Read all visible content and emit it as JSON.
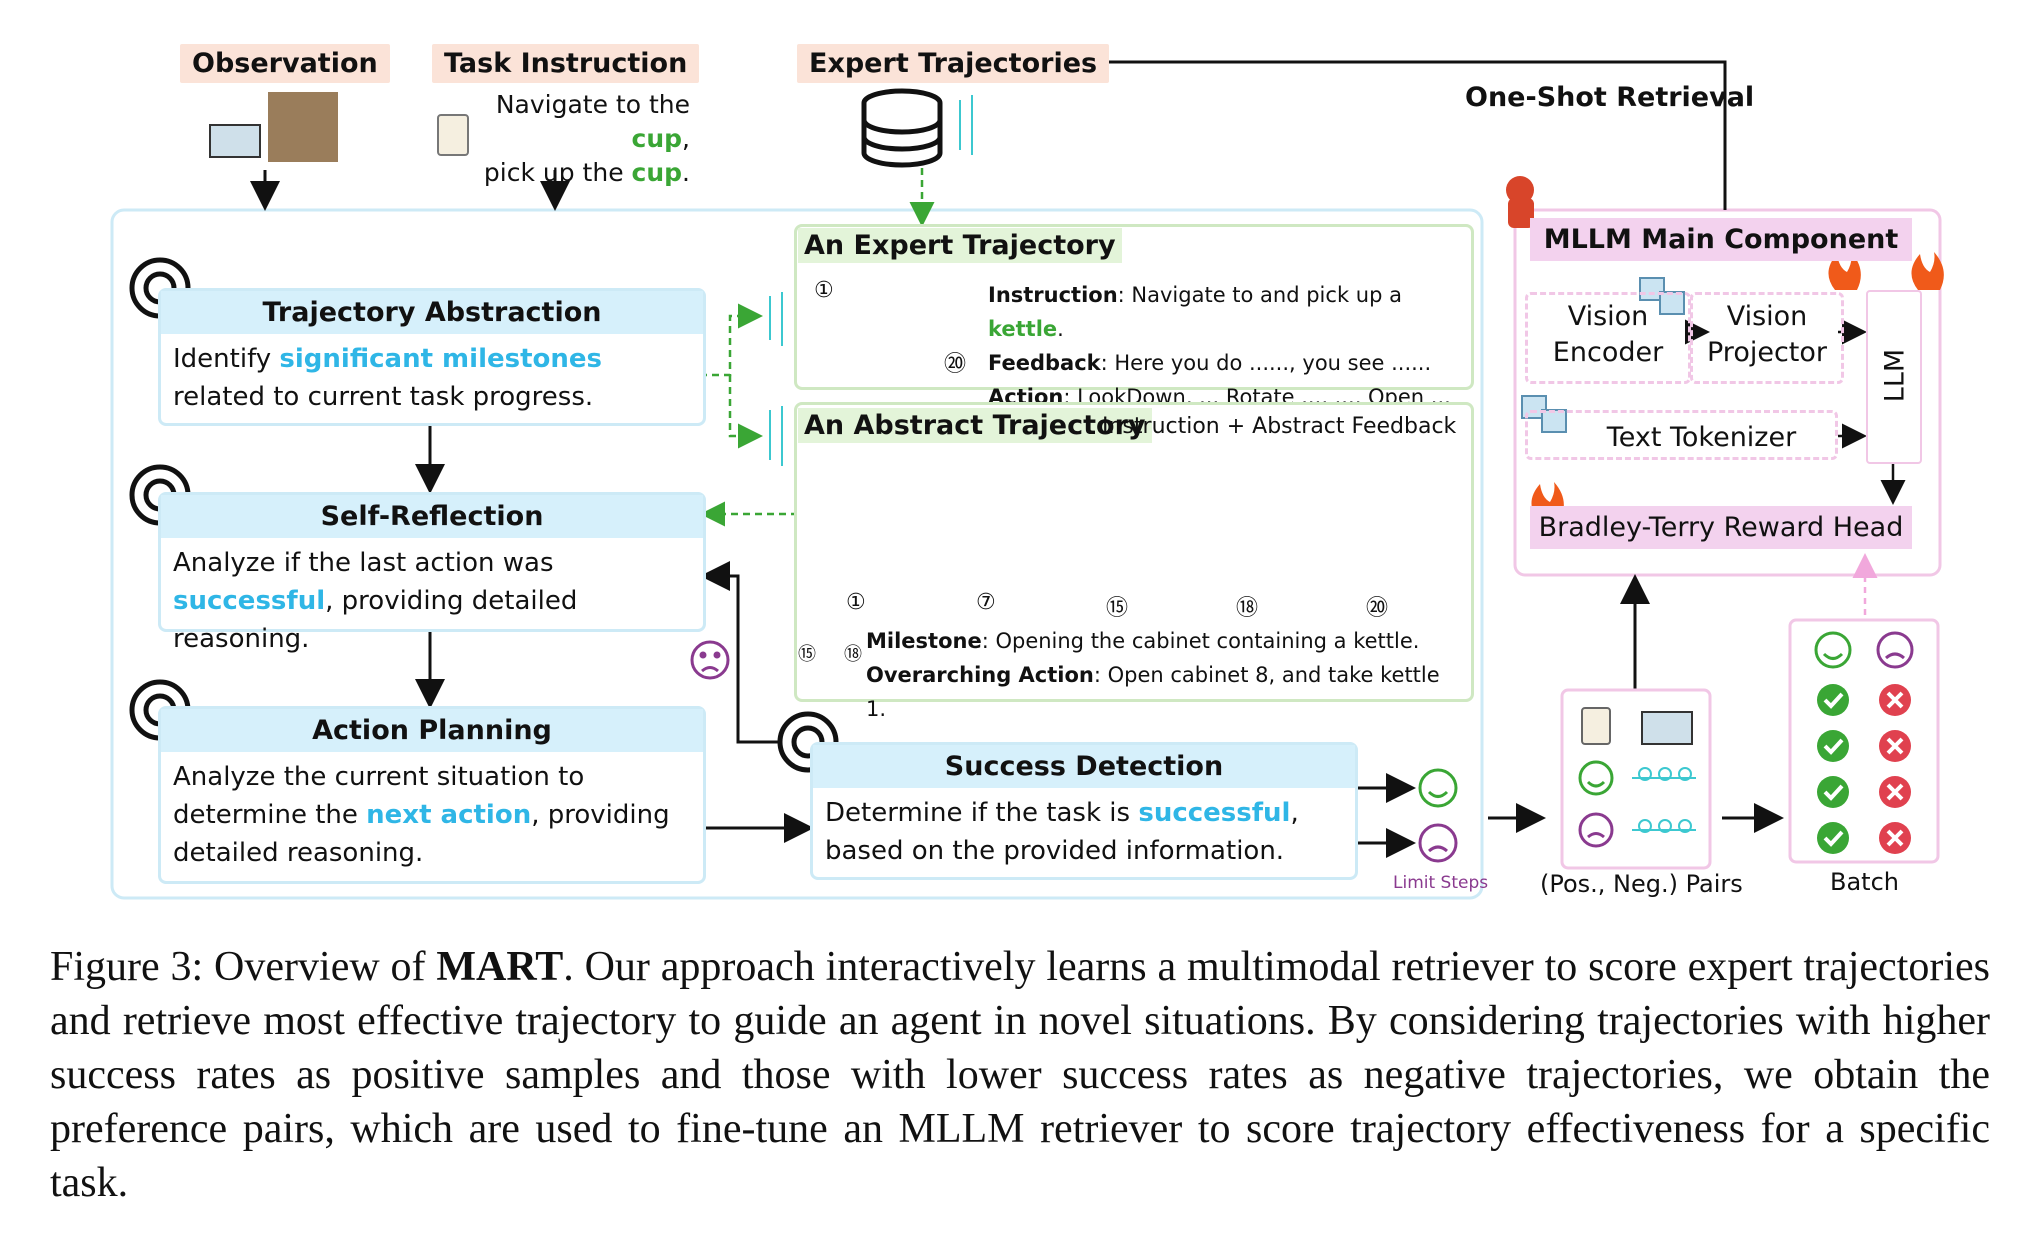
{
  "labels": {
    "observation": "Observation",
    "task_instruction": "Task Instruction",
    "expert_trajectories": "Expert Trajectories",
    "one_shot_retrieval": "One-Shot Retrieval"
  },
  "task_text": {
    "line1_pre": "Navigate to the ",
    "line1_hl": "cup",
    "line1_post": ",",
    "line2_pre": "pick up the ",
    "line2_hl": "cup",
    "line2_post": "."
  },
  "trajectory_abstraction": {
    "title": "Trajectory Abstraction",
    "pre": "Identify ",
    "hl": "significant milestones",
    "post": " related to current task progress."
  },
  "self_reflection": {
    "title": "Self-Reflection",
    "pre": "Analyze if the last action was ",
    "hl": "successful",
    "post": ", providing detailed reasoning."
  },
  "action_planning": {
    "title": "Action Planning",
    "pre": "Analyze the current situation to determine the ",
    "hl": "next action",
    "post": ", providing detailed reasoning."
  },
  "success_detection": {
    "title": "Success Detection",
    "pre": "Determine if the task is ",
    "hl": "successful",
    "post": ", based on the provided information."
  },
  "expert_trajectory": {
    "title": "An Expert Trajectory",
    "instruction_label": "Instruction",
    "instruction_pre": ": Navigate to and pick up a ",
    "instruction_hl": "kettle",
    "instruction_post": ".",
    "feedback_label": "Feedback",
    "feedback_text": ": Here you do ......, you see ......",
    "action_label": "Action",
    "action_text": ": LookDown, ... Rotate ..., ..., Open ...",
    "step_start": "①",
    "step_end": "⑳"
  },
  "abstract_trajectory": {
    "title": "An Abstract Trajectory",
    "subtitle": "Instruction + Abstract Feedback",
    "steps": [
      "①",
      "⑦",
      "⑮",
      "⑱",
      "⑳"
    ],
    "milestone_label": "Milestone",
    "milestone_text": ": Opening the cabinet containing a kettle.",
    "overarching_label": "Overarching Action",
    "overarching_text": ": Open cabinet 8, and take kettle 1.",
    "mini_from": "⑮",
    "mini_to": "⑱"
  },
  "mllm": {
    "title": "MLLM Main Component",
    "vision_encoder": "Vision Encoder",
    "vision_projector": "Vision Projector",
    "llm": "LLM",
    "text_tokenizer": "Text Tokenizer",
    "reward_head": "Bradley-Terry Reward Head"
  },
  "limit_steps": "Limit Steps",
  "pairs_label": "(Pos., Neg.) Pairs",
  "batch_label": "Batch",
  "caption": {
    "prefix": "Figure 3:  Overview of ",
    "name": "MART",
    "text": ". Our approach interactively learns a multimodal retriever to score expert trajectories and retrieve most effective trajectory to guide an agent in novel situations.  By considering trajectories with higher success rates as positive samples and those with lower success rates as negative trajectories, we obtain the preference pairs, which are used to fine-tune an MLLM retriever to score trajectory effectiveness for a specific task."
  },
  "colors": {
    "highlight_blue": "#2fb6e6",
    "highlight_green": "#3aa635",
    "panel_border": "#cdeaf6",
    "pink": "#f1c7e6",
    "check_green": "#3aa635",
    "cross_red": "#e0414f"
  }
}
